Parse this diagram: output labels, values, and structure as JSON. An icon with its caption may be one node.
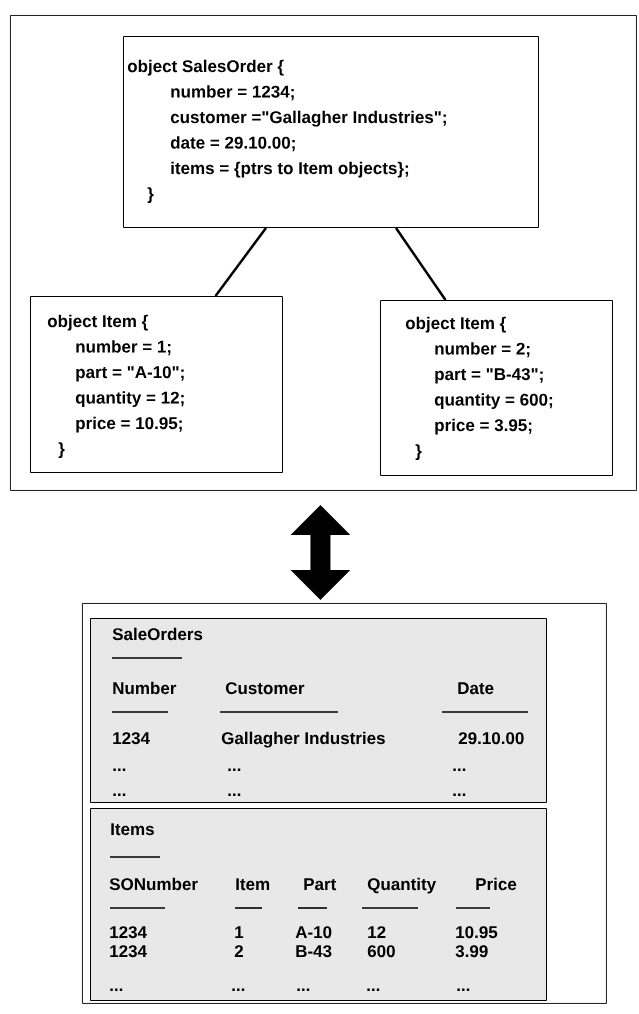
{
  "diagram": {
    "nodes": [
      {
        "text": [],
        "shape": "box"
      },
      {
        "text": [
          "object SalesOrder {",
          "number = 1234;",
          "customer =\"Gallagher Industries\";",
          "date = 29.10.00;",
          "items = {ptrs to Item objects};",
          "}"
        ],
        "in": 0
      },
      {
        "text": [
          "object Item {",
          "number = 1;",
          "part = \"A-10\";",
          "quantity = 12;",
          "price = 10.95;",
          "}"
        ],
        "in": 0
      },
      {
        "text": [
          "object Item {",
          "number = 2;",
          "part = \"B-43\";",
          "quantity = 600;",
          "price = 3.95;",
          "}"
        ],
        "in": 0
      },
      {
        "text": [],
        "shape": "box"
      },
      {
        "text": [
          "SaleOrders",
          "Number",
          "Customer",
          "Date",
          "1234",
          "Gallagher Industries",
          "29.10.00",
          "...",
          "...",
          "...",
          "...",
          "...",
          "..."
        ],
        "in": 4
      },
      {
        "text": [
          "Items",
          "SONumber",
          "Item",
          "Part",
          "Quantity",
          "Price",
          "1234",
          "1",
          "A-10",
          "12",
          "10.95",
          "1234",
          "2",
          "B-43",
          "600",
          "3.99",
          "...",
          "...",
          "...",
          "...",
          "..."
        ],
        "in": 4
      }
    ],
    "edges": [
      {
        "from": 1,
        "to": 2,
        "arrow": "none"
      },
      {
        "from": 1,
        "to": 3,
        "arrow": "none"
      },
      {
        "from": 0,
        "to": 4,
        "arrow": "both",
        "style": "thick"
      }
    ]
  }
}
